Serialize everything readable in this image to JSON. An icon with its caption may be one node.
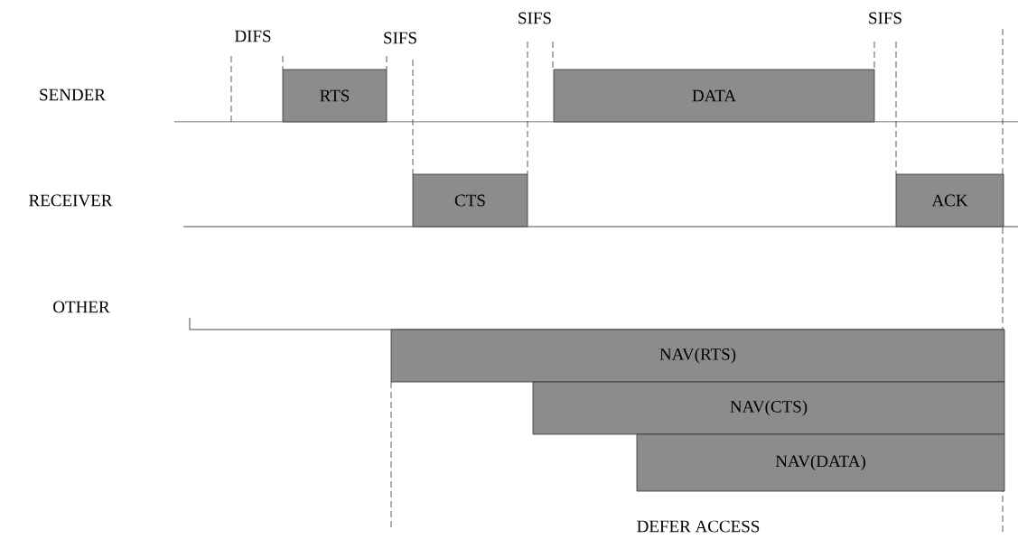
{
  "diagram": {
    "nodes": [
      {
        "text": [
          "RTS"
        ]
      },
      {
        "text": [
          "DATA"
        ]
      },
      {
        "text": [
          "CTS"
        ]
      },
      {
        "text": [
          "ACK"
        ]
      },
      {
        "text": [
          "NAV(RTS)"
        ]
      },
      {
        "text": [
          "NAV(CTS)"
        ]
      },
      {
        "text": [
          "NAV(DATA)"
        ]
      }
    ],
    "labels": [
      "DIFS",
      "SIFS",
      "SIFS",
      "SIFS",
      "SENDER",
      "RECEIVER",
      "OTHER",
      "DEFER ACCESS"
    ]
  }
}
